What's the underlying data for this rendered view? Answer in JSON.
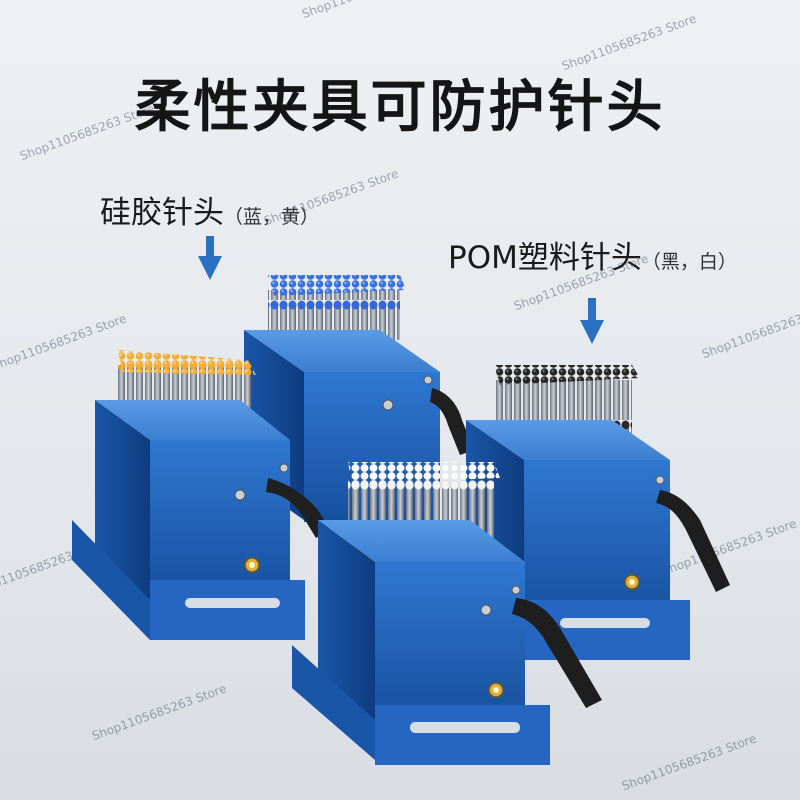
{
  "title": "柔性夹具可防护针头",
  "labels": {
    "silicone": {
      "main": "硅胶针头",
      "note": "（蓝，黄）"
    },
    "pom": {
      "main": "POM塑料针头",
      "note": "（黑，白）"
    }
  },
  "watermark": "Shop1105685263 Store",
  "colors": {
    "body_blue": "#1f5fb8",
    "arrow_blue": "#2a6fc0",
    "needle_yellow": "#f0a62a",
    "needle_blue": "#3468d8",
    "needle_black": "#2a2a2a",
    "needle_white": "#f4f4f4"
  },
  "fixtures": [
    {
      "name": "yellow-silicone-fixture",
      "needle_color": "yellow"
    },
    {
      "name": "blue-silicone-fixture",
      "needle_color": "blue"
    },
    {
      "name": "black-pom-fixture",
      "needle_color": "black"
    },
    {
      "name": "white-pom-fixture",
      "needle_color": "white"
    }
  ]
}
